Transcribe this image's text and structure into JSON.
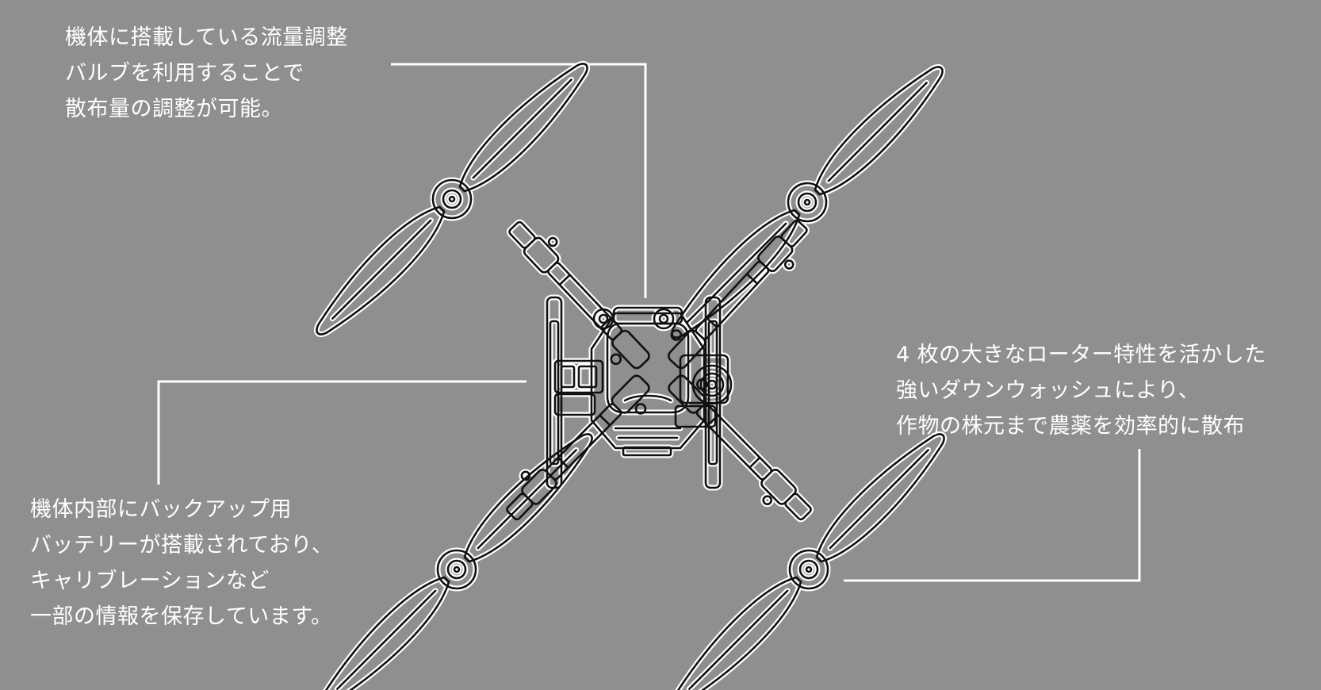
{
  "callouts": {
    "flow_valve": {
      "lines": [
        "機体に搭載している流量調整",
        "バルブを利用することで",
        "散布量の調整が可能。"
      ]
    },
    "backup_battery": {
      "lines": [
        "機体内部にバックアップ用",
        "バッテリーが搭載されており、",
        "キャリブレーションなど",
        "一部の情報を保存しています。"
      ]
    },
    "downwash": {
      "lines": [
        "4 枚の大きなローター特性を活かした",
        "強いダウンウォッシュにより、",
        "作物の株元まで農薬を効率的に散布"
      ]
    }
  },
  "colors": {
    "background": "#8f8f8f",
    "text": "#ffffff",
    "leader_line": "#ffffff",
    "drone_stroke": "#111111",
    "drone_halo": "#ffffff",
    "drone_fill": "#8f8f8f"
  },
  "figure": {
    "subject": "top-view drone line drawing",
    "rotor_count": 4
  }
}
